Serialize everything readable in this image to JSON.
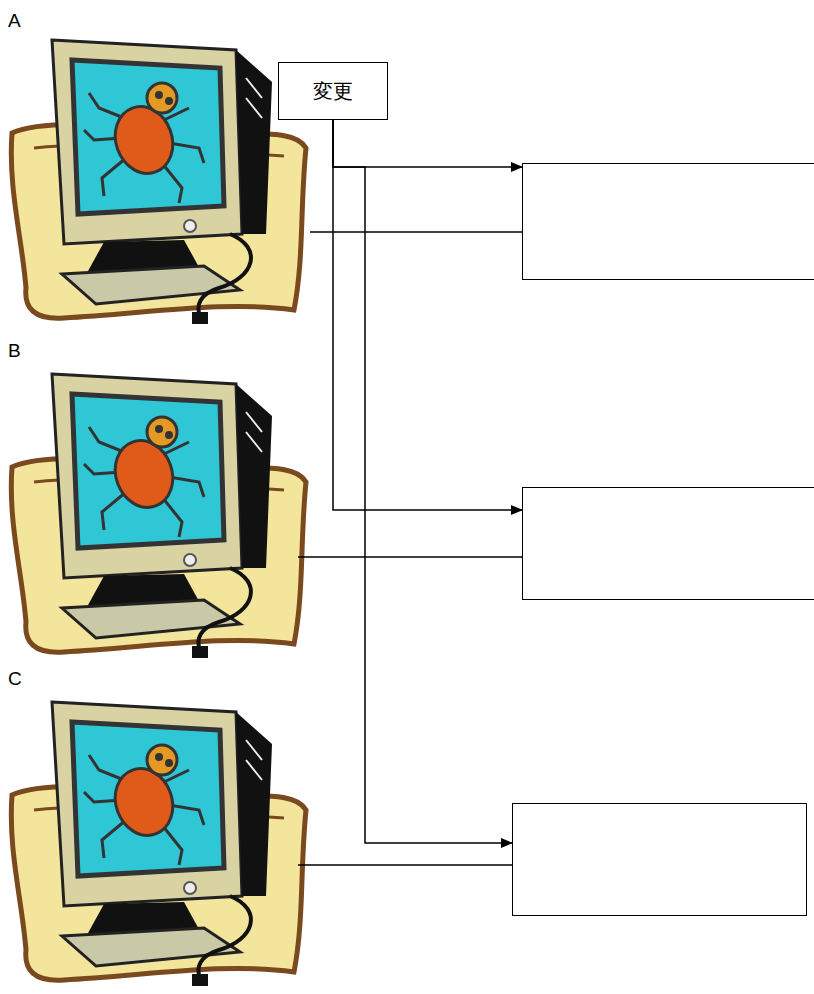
{
  "diagram": {
    "nodes": [
      {
        "text": [
          "変更"
        ]
      },
      {
        "text": []
      },
      {
        "text": []
      },
      {
        "text": []
      }
    ],
    "edges": [
      {
        "from": 0,
        "to": 1,
        "arrow": "to"
      },
      {
        "from": 0,
        "to": 2,
        "arrow": "to"
      },
      {
        "from": 0,
        "to": 3,
        "arrow": "to"
      }
    ],
    "labels": [
      "A",
      "B",
      "C"
    ]
  }
}
